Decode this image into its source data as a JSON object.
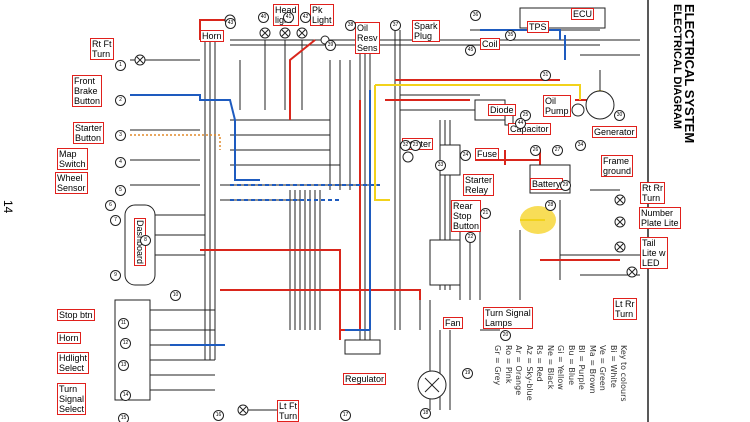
{
  "page_number": "14",
  "title": {
    "line1": "ELECTRICAL SYSTEM",
    "line2": "ELECTRICAL DIAGRAM"
  },
  "labels": {
    "rt_ft_turn": "Rt Ft\nTurn",
    "front_brake_button": "Front\nBrake\nButton",
    "starter_button": "Starter\nButton",
    "map_switch": "Map\nSwitch",
    "wheel_sensor": "Wheel\nSensor",
    "dashboard": "Dashboard",
    "horn_top": "Horn",
    "head_light": "Head\nlight",
    "pk_light": "Pk\nLight",
    "oil_resv_sens": "Oil\nResv\nSens",
    "spark_plug": "Spark\nPlug",
    "coil": "Coil",
    "tps": "TPS",
    "ecu": "ECU",
    "diode": "Diode",
    "capacitor": "Capacitor",
    "oil_pump": "Oil\nPump",
    "generator": "Generator",
    "starter": "Starter",
    "fuse": "Fuse",
    "starter_relay": "Starter\nRelay",
    "battery": "Battery",
    "frame_ground": "Frame\nground",
    "rt_rr_turn": "Rt Rr\nTurn",
    "number_plate_lite": "Number\nPlate Lite",
    "rear_stop_button": "Rear\nStop\nButton",
    "tail_lite_w_led": "Tail\nLite w\nLED",
    "lt_rr_turn": "Lt Rr\nTurn",
    "fan": "Fan",
    "turn_signal_lamps": "Turn Signal\nLamps",
    "stop_btn": "Stop btn",
    "horn_bottom": "Horn",
    "hdlight_select": "Hdlight\nSelect",
    "turn_signal_select": "Turn\nSignal\nSelect",
    "regulator": "Regulator",
    "lt_ft_turn": "Lt Ft\nTurn"
  },
  "key_to_colours": [
    "Key to colours",
    "Bi = White",
    "Ve = Green",
    "Ma = Brown",
    "Bl = Purple",
    "Bu = Blue",
    "Gi = Yellow",
    "Ne = Black",
    "Rs = Red",
    "Az = Sky-blue",
    "Ar = Orange",
    "Ro = Pink",
    "Gr = Grey"
  ],
  "component_numbers": [
    "1",
    "2",
    "3",
    "4",
    "5",
    "6",
    "7",
    "8",
    "9",
    "10",
    "11",
    "12",
    "13",
    "14",
    "15",
    "16",
    "17",
    "18",
    "19",
    "20",
    "21",
    "22",
    "23",
    "24",
    "25",
    "26",
    "27",
    "28",
    "29",
    "30",
    "31",
    "32",
    "33",
    "34",
    "35",
    "36",
    "37",
    "38",
    "39",
    "40",
    "41",
    "42",
    "43",
    "44",
    "45"
  ],
  "colors": {
    "red": "#d9261c",
    "blue": "#1e5bbf",
    "yellow": "#f2d21b",
    "orange": "#e08a2c",
    "wire": "#222222",
    "highlight": "#f7d73a"
  }
}
